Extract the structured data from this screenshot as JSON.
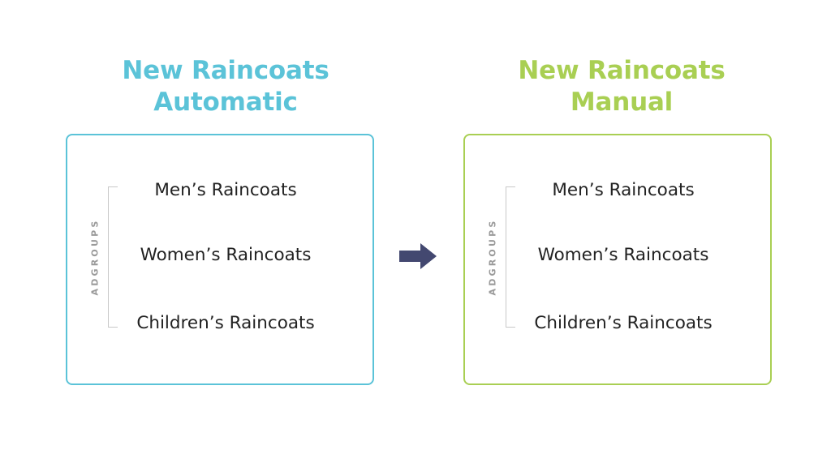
{
  "colors": {
    "automatic": "#5bc3d8",
    "manual": "#a9cf53",
    "arrow": "#434870"
  },
  "campaigns": [
    {
      "title_line1": "New Raincoats",
      "title_line2": "Automatic",
      "adgroups_label": "ADGROUPS",
      "adgroups": [
        "Men’s Raincoats",
        "Women’s Raincoats",
        "Children’s Raincoats"
      ]
    },
    {
      "title_line1": "New Raincoats",
      "title_line2": "Manual",
      "adgroups_label": "ADGROUPS",
      "adgroups": [
        "Men’s Raincoats",
        "Women’s Raincoats",
        "Children’s Raincoats"
      ]
    }
  ],
  "icons": {
    "transition": "right-arrow-icon"
  }
}
